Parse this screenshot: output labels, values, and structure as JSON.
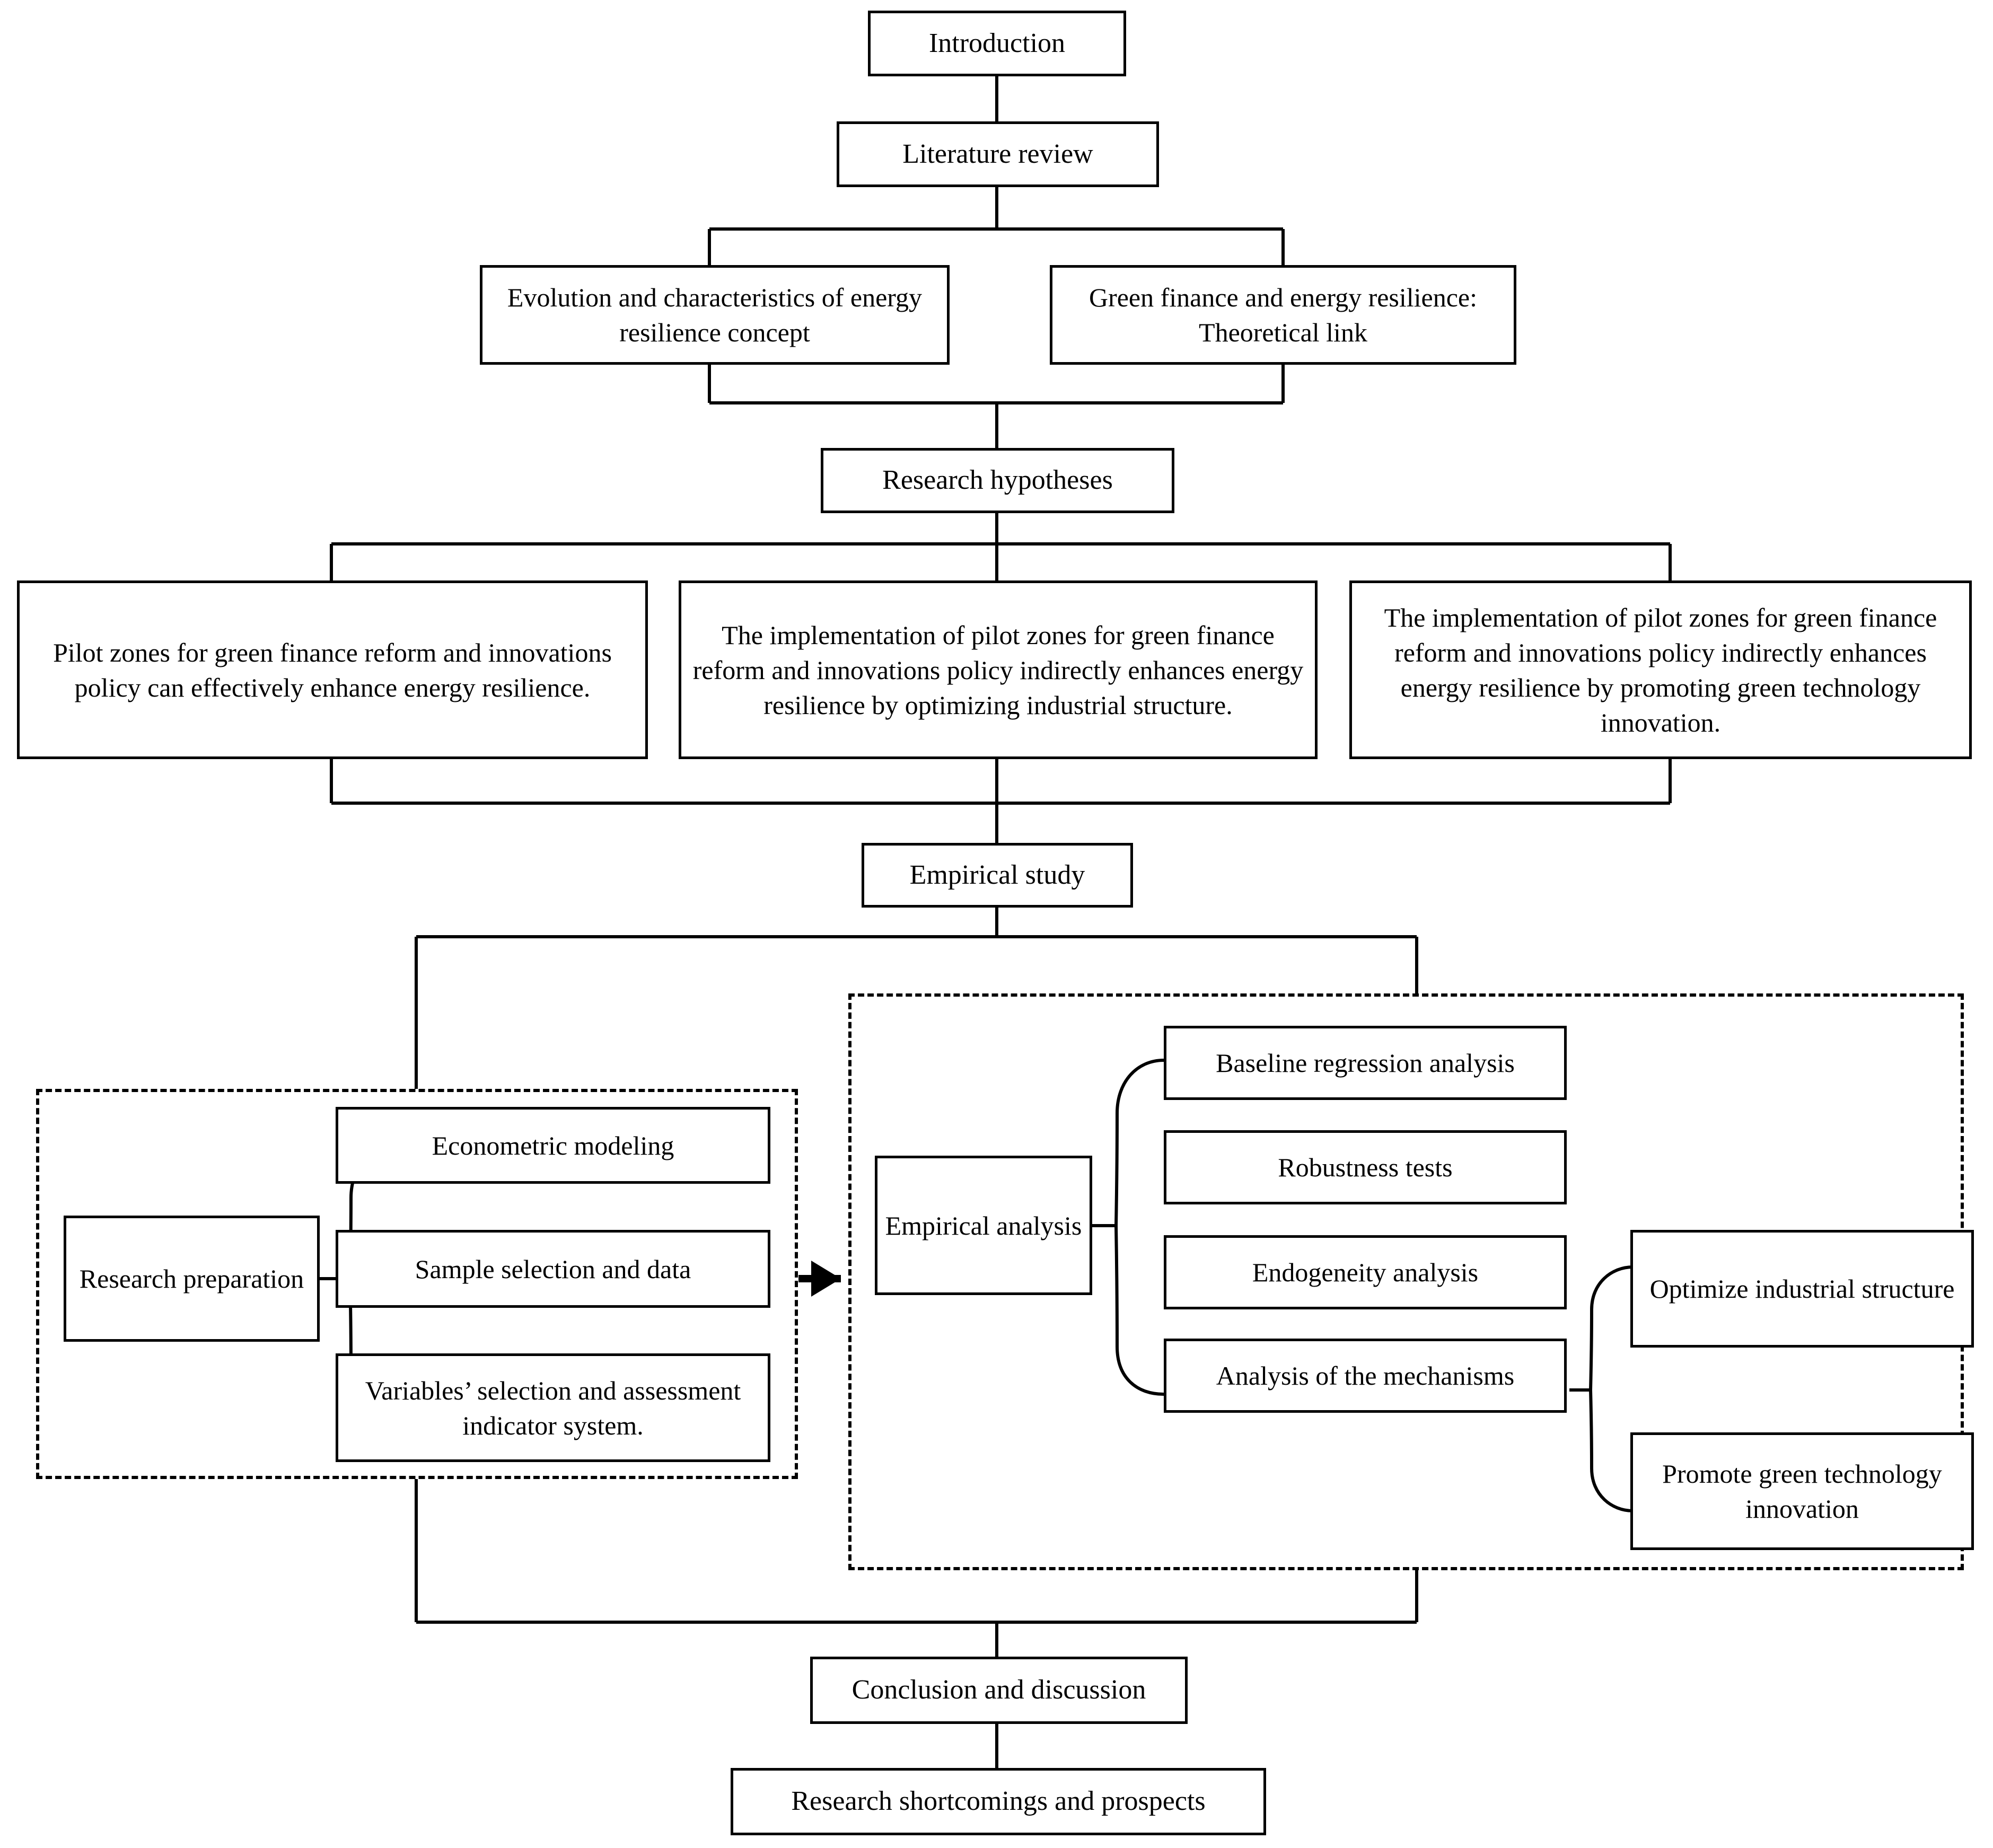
{
  "diagram": {
    "title": "Research framework flowchart",
    "stroke_color": "#000000",
    "background_color": "#ffffff",
    "nodes": {
      "introduction": "Introduction",
      "literature_review": "Literature review",
      "evolution_characteristics": "Evolution and characteristics of energy resilience concept",
      "green_finance_link": "Green finance and energy resilience: Theoretical link",
      "research_hypotheses": "Research hypotheses",
      "hypothesis_1": "Pilot zones for green finance reform and innovations policy can effectively enhance energy resilience.",
      "hypothesis_2": "The implementation of pilot zones for green finance reform and innovations policy indirectly enhances energy resilience by optimizing industrial structure.",
      "hypothesis_3": "The implementation of pilot zones for green finance reform and innovations policy indirectly enhances energy resilience by promoting green technology innovation.",
      "empirical_study": "Empirical study",
      "research_preparation": "Research preparation",
      "econometric_modeling": "Econometric modeling",
      "sample_selection": "Sample selection and data",
      "variables_selection": "Variables’  selection and assessment indicator system.",
      "empirical_analysis": "Empirical analysis",
      "baseline_regression": "Baseline regression analysis",
      "robustness_tests": "Robustness tests",
      "endogeneity_analysis": "Endogeneity analysis",
      "analysis_mechanisms": "Analysis of the mechanisms",
      "optimize_industrial_structure": "Optimize industrial structure",
      "promote_green_technology": "Promote green technology innovation",
      "conclusion_discussion": "Conclusion and discussion",
      "research_shortcomings": "Research shortcomings and prospects"
    },
    "groups": {
      "research_preparation_group": "Research preparation stage (dashed container)",
      "empirical_analysis_group": "Empirical analysis stage (dashed container)"
    }
  }
}
